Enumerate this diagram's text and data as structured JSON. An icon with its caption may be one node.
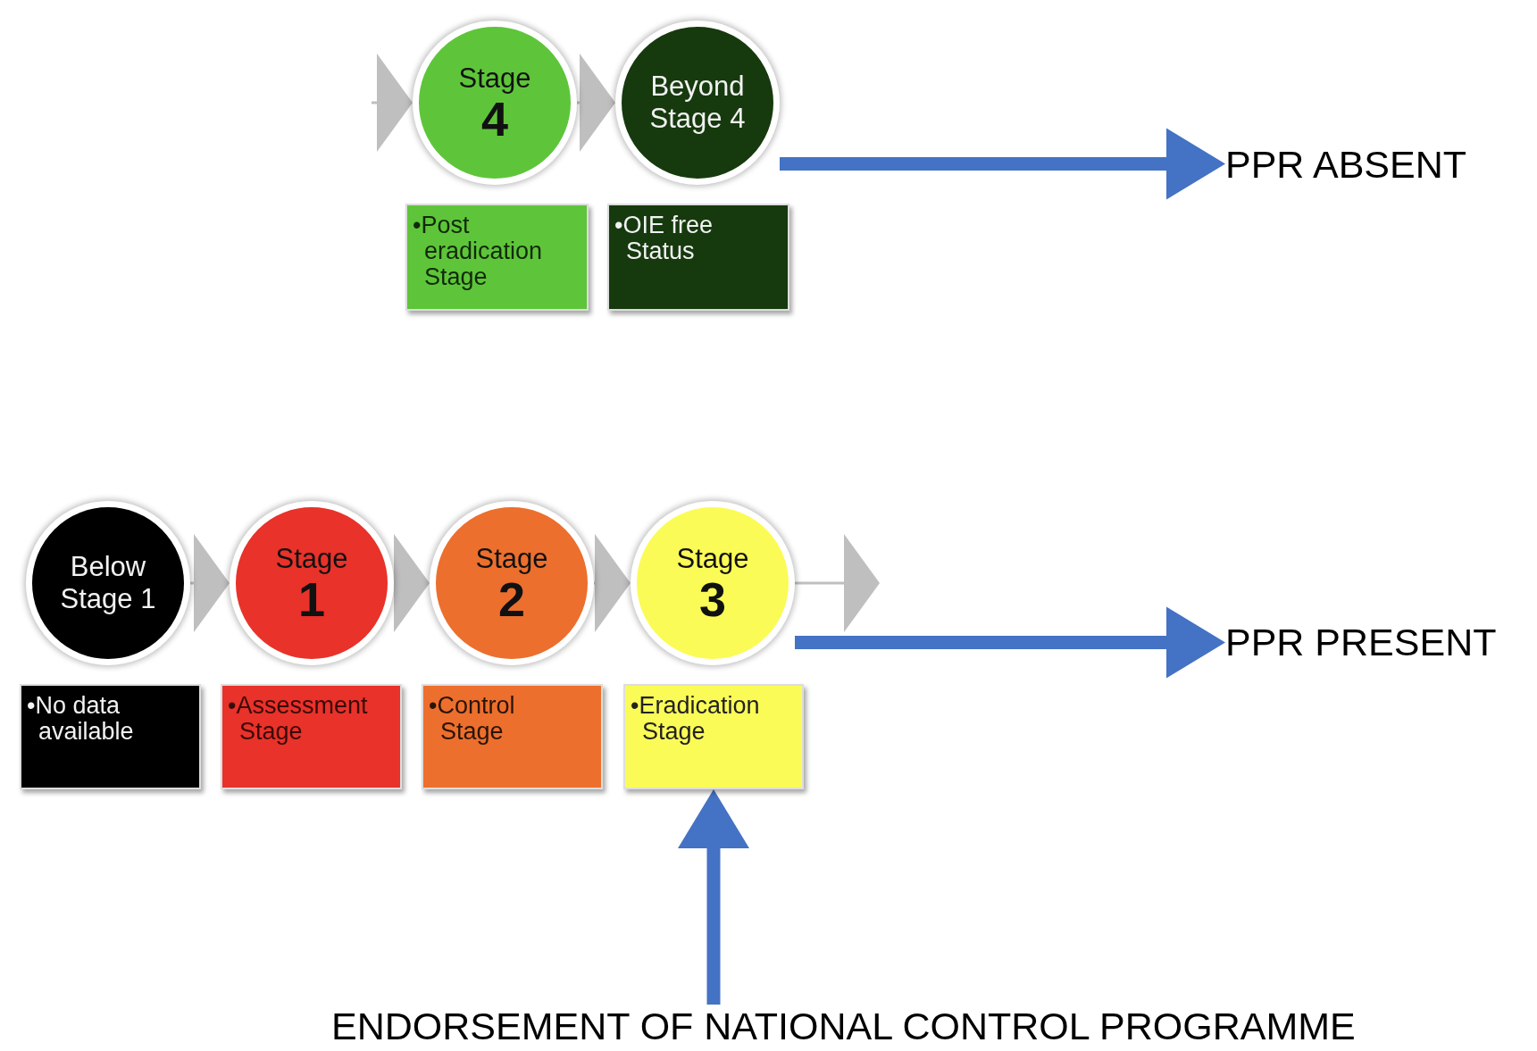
{
  "diagram": {
    "nodes": [
      {
        "text": [
          "Stage",
          "4"
        ]
      },
      {
        "text": [
          "Beyond Stage 4"
        ]
      },
      {
        "text": [
          "•Post eradication Stage"
        ]
      },
      {
        "text": [
          "•OIE free Status"
        ]
      },
      {
        "text": [
          "PPR ABSENT"
        ]
      },
      {
        "text": [
          "Below Stage 1"
        ]
      },
      {
        "text": [
          "Stage",
          "1"
        ]
      },
      {
        "text": [
          "Stage",
          "2"
        ]
      },
      {
        "text": [
          "Stage",
          "3"
        ]
      },
      {
        "text": [
          "•No data available"
        ]
      },
      {
        "text": [
          "•Assessment Stage"
        ]
      },
      {
        "text": [
          "•Control Stage"
        ]
      },
      {
        "text": [
          "•Eradication Stage"
        ]
      },
      {
        "text": [
          "PPR PRESENT"
        ]
      },
      {
        "text": [
          "ENDORSEMENT OF NATIONAL CONTROL PROGRAMME"
        ]
      }
    ],
    "edges": [
      {
        "from": null,
        "to": 0,
        "arrow": "to"
      },
      {
        "from": 0,
        "to": 1,
        "arrow": "to"
      },
      {
        "from": 1,
        "to": 4,
        "arrow": "to",
        "style": "thick",
        "color": "#4472c4"
      },
      {
        "from": 5,
        "to": 6,
        "arrow": "to"
      },
      {
        "from": 6,
        "to": 7,
        "arrow": "to"
      },
      {
        "from": 7,
        "to": 8,
        "arrow": "to"
      },
      {
        "from": 8,
        "to": null,
        "arrow": "to"
      },
      {
        "from": 8,
        "to": 13,
        "arrow": "to",
        "style": "thick",
        "color": "#4472c4"
      },
      {
        "from": 14,
        "to": 12,
        "arrow": "to",
        "style": "thick",
        "color": "#4472c4"
      }
    ]
  }
}
